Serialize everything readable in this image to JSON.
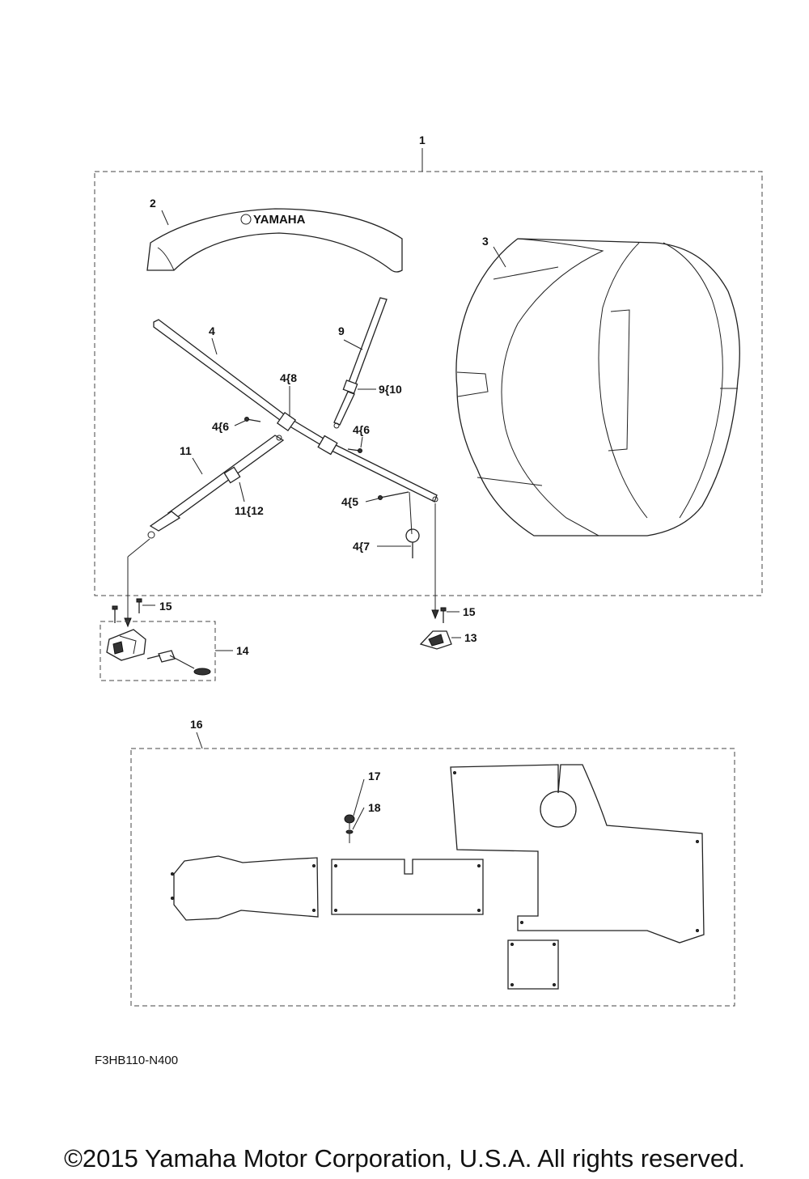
{
  "callouts": {
    "c1": "1",
    "c2": "2",
    "c3": "3",
    "c4": "4",
    "c4_8": "4{8",
    "c4_6a": "4{6",
    "c4_6b": "4{6",
    "c4_5": "4{5",
    "c4_7": "4{7",
    "c9": "9",
    "c9_10": "9{10",
    "c11": "11",
    "c11_12": "11{12",
    "c13": "13",
    "c14": "14",
    "c15a": "15",
    "c15b": "15",
    "c16": "16",
    "c17": "17",
    "c18": "18"
  },
  "brand_mark": "YAMAHA",
  "diagram_code": "F3HB110-N400",
  "copyright": "©2015 Yamaha Motor Corporation, U.S.A. All rights reserved."
}
